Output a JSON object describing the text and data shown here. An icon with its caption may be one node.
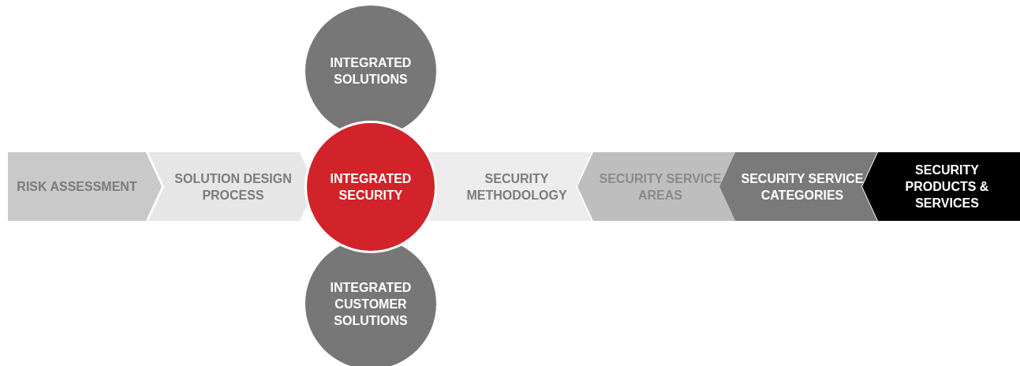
{
  "diagram": {
    "nodes": [
      {
        "text": [
          "INTEGRATED SOLUTIONS"
        ]
      },
      {
        "text": [
          "RISK ASSESSMENT"
        ]
      },
      {
        "text": [
          "SOLUTION DESIGN PROCESS"
        ]
      },
      {
        "text": [
          "INTEGRATED SECURITY"
        ]
      },
      {
        "text": [
          "SECURITY METHODOLOGY"
        ]
      },
      {
        "text": [
          "SECURITY SERVICE AREAS"
        ]
      },
      {
        "text": [
          "SECURITY SERVICE CATEGORIES"
        ]
      },
      {
        "text": [
          "SECURITY PRODUCTS & SERVICES"
        ]
      },
      {
        "text": [
          "INTEGRATED CUSTOMER SOLUTIONS"
        ]
      }
    ]
  }
}
